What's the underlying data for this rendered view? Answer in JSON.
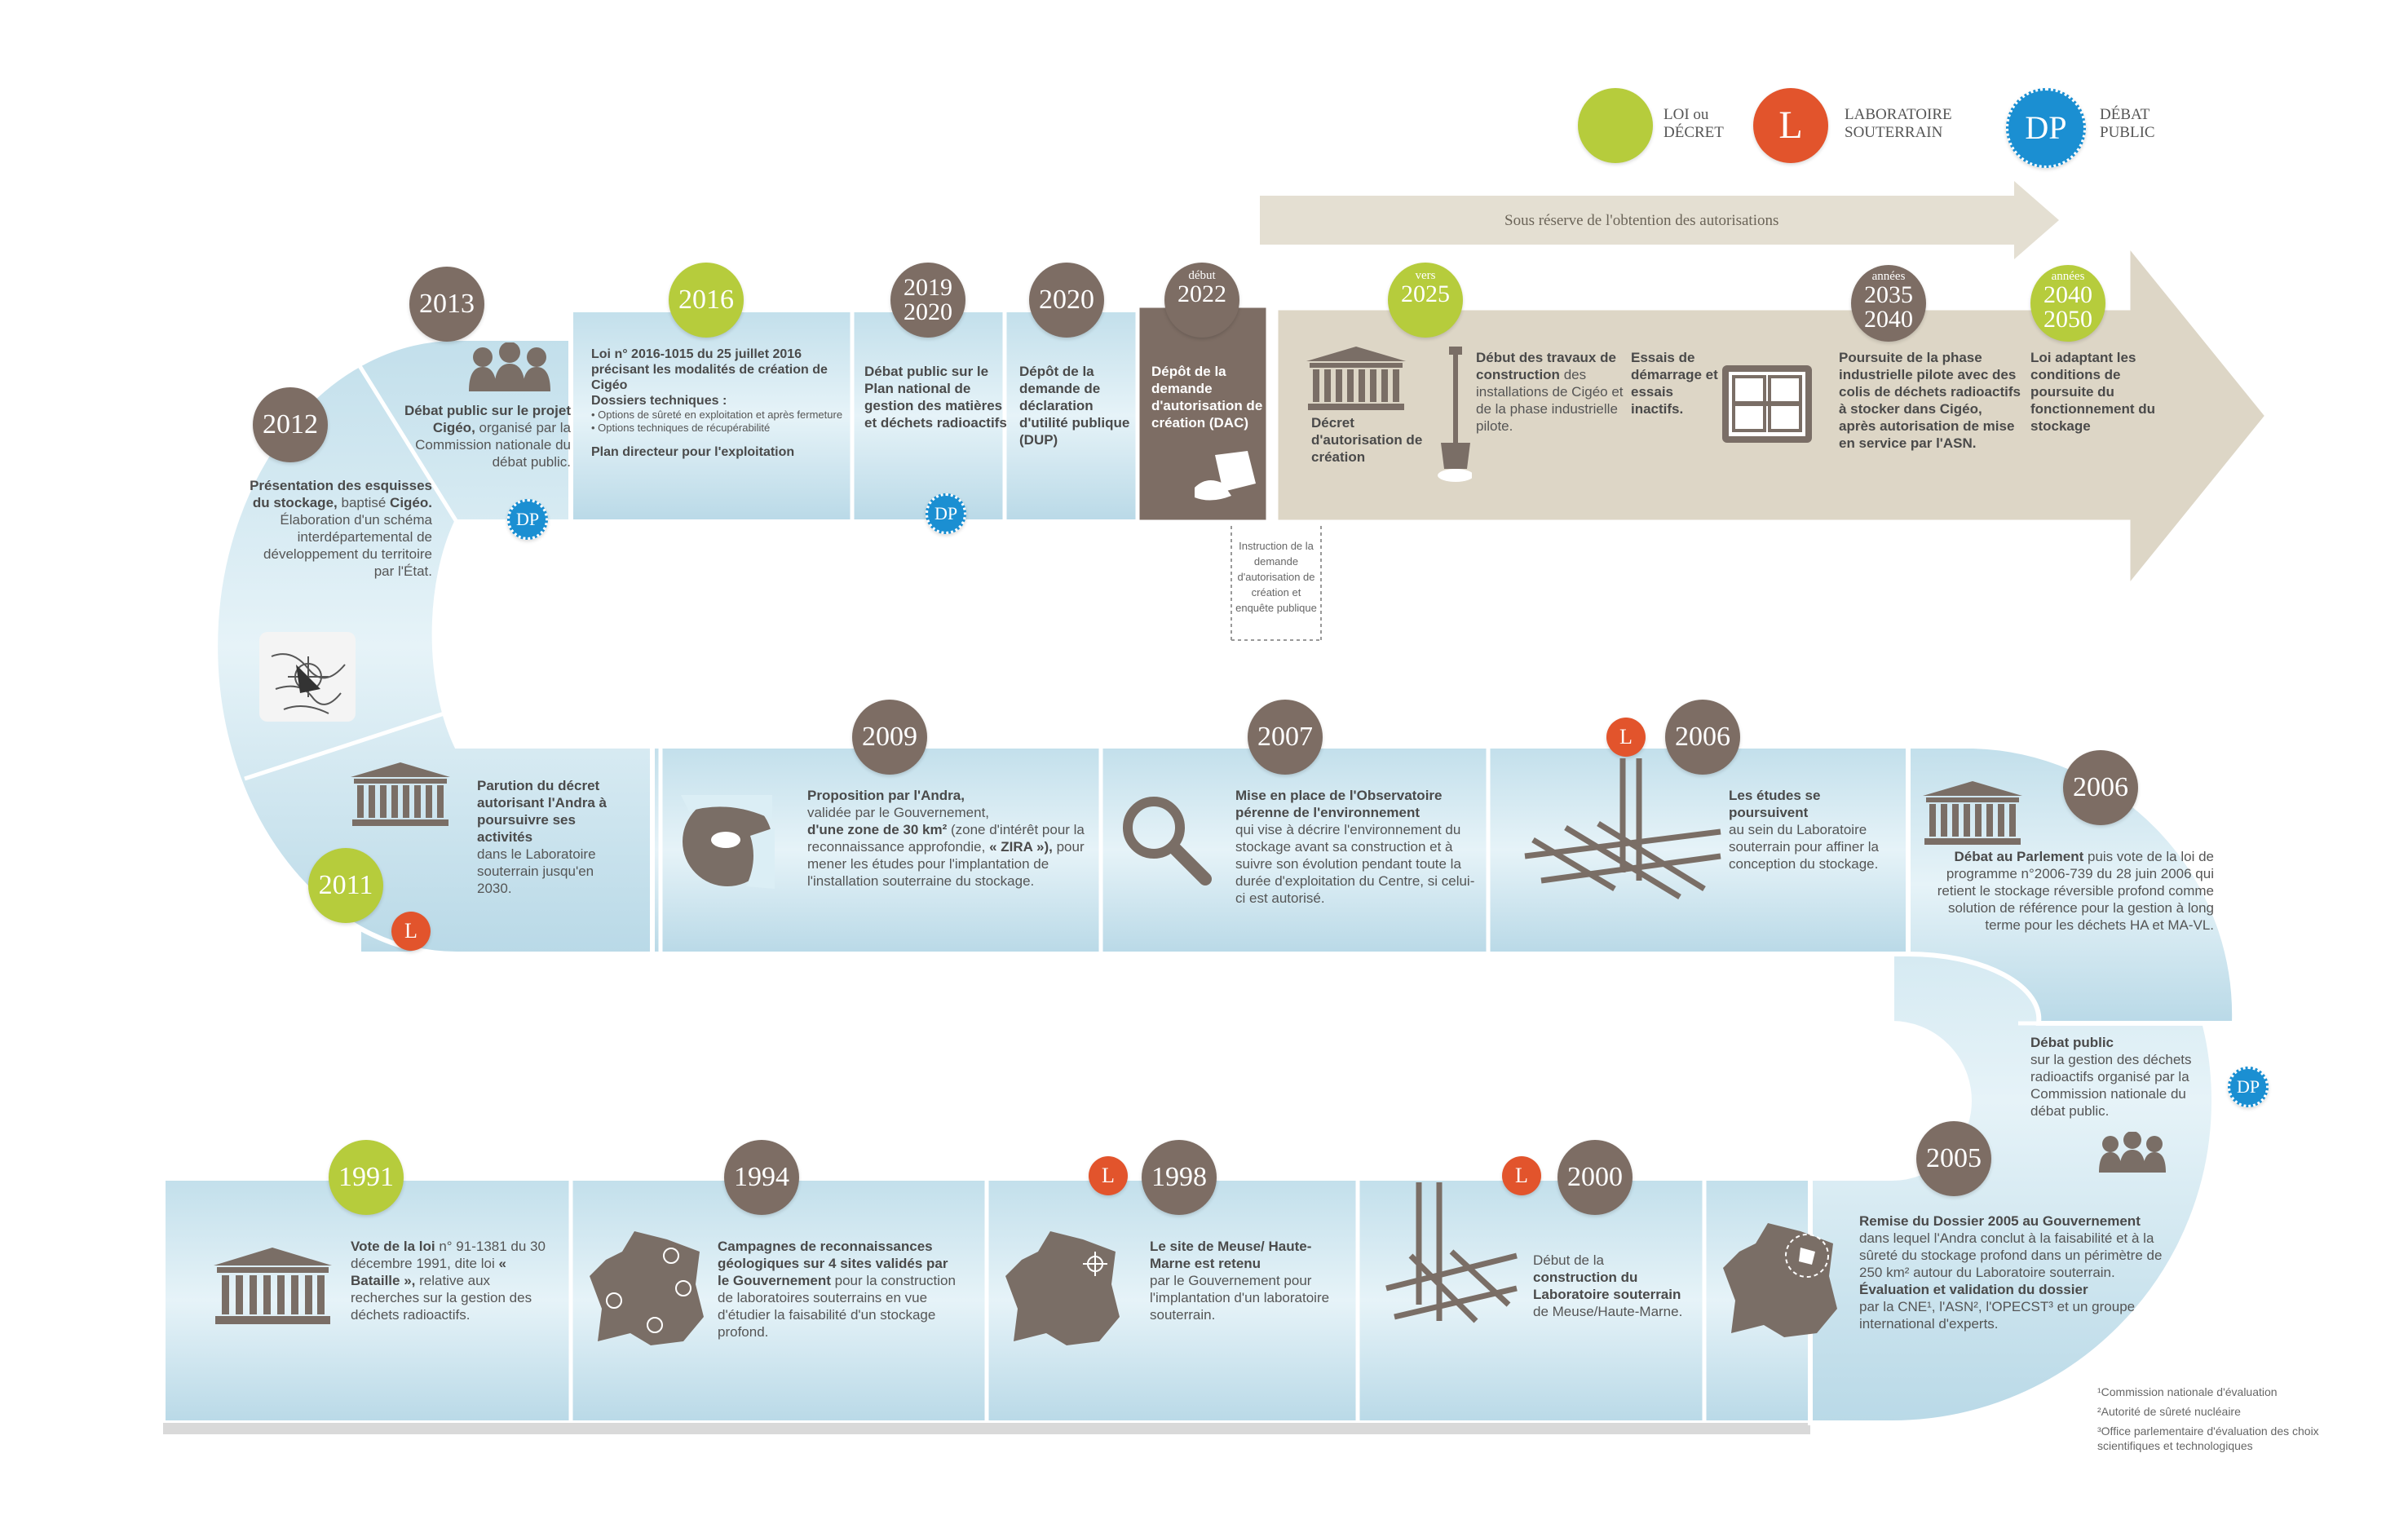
{
  "legend": {
    "loi": "LOI ou DÉCRET",
    "lab": "LABORATOIRE SOUTERRAIN",
    "dp": "DÉBAT PUBLIC",
    "lab_letter": "L",
    "dp_letters": "DP"
  },
  "reserve_banner": "Sous réserve de l'obtention des autorisations",
  "instruction_note": "Instruction de la demande d'autorisation de création et enquête publique",
  "years": {
    "y1991": "1991",
    "y1994": "1994",
    "y1998": "1998",
    "y2000": "2000",
    "y2005": "2005",
    "y2006a": "2006",
    "y2006b": "2006",
    "y2007": "2007",
    "y2009": "2009",
    "y2011": "2011",
    "y2012": "2012",
    "y2013": "2013",
    "y2016": "2016",
    "y2019": "2019",
    "y2020b": "2020",
    "y2020": "2020",
    "debut": "début",
    "y2022": "2022",
    "vers": "vers",
    "y2025": "2025",
    "annees": "années",
    "y2035": "2035",
    "y2040": "2040",
    "annees2": "années",
    "y2040b": "2040",
    "y2050": "2050"
  },
  "texts": {
    "t1991a": "Vote de la loi",
    "t1991b": "n° 91-1381 du 30 décembre 1991, dite loi",
    "t1991c": "« Bataille »,",
    "t1991d": "relative aux recherches sur la gestion des déchets radioactifs.",
    "t1994a": "Campagnes de reconnaissances géologiques sur 4 sites validés par le Gouvernement",
    "t1994b": "pour la construction de laboratoires souterrains en vue d'étudier la faisabilité d'un stockage profond.",
    "t1998a": "Le site de Meuse/ Haute-Marne est retenu",
    "t1998b": "par le Gouvernement pour l'implantation d'un laboratoire souterrain.",
    "t2000a": "Début de la",
    "t2000b": "construction du Laboratoire souterrain",
    "t2000c": "de Meuse/Haute-Marne.",
    "t2005a": "Remise du Dossier 2005 au Gouvernement",
    "t2005b": "dans lequel l'Andra conclut à la faisabilité et à la sûreté du stockage profond dans un périmètre de 250 km² autour du Laboratoire souterrain.",
    "t2005c": "Évaluation et validation du dossier",
    "t2005d": "par la CNE¹, l'ASN², l'OPECST³ et un groupe international d'experts.",
    "tdp2005a": "Débat public",
    "tdp2005b": "sur la gestion des déchets radioactifs organisé par la Commission nationale du débat public.",
    "t2006a": "Débat au Parlement",
    "t2006b": "puis vote de la loi de programme n°2006-739 du 28 juin 2006 qui retient le stockage réversible profond comme solution de référence pour la gestion à long terme pour les déchets HA et MA-VL.",
    "t2006la": "Les études se poursuivent",
    "t2006lb": "au sein du Laboratoire souterrain pour affiner la conception du stockage.",
    "t2007a": "Mise en place de l'Observatoire pérenne de l'environnement",
    "t2007b": "qui vise à décrire l'environnement du stockage avant sa construction et à suivre son évolution pendant toute la durée d'exploitation du Centre, si celui-ci est autorisé.",
    "t2009a": "Proposition par l'Andra,",
    "t2009b": "validée par le Gouvernement,",
    "t2009c": "d'une zone de 30 km²",
    "t2009d": "(zone d'intérêt pour la reconnaissance approfondie,",
    "t2009e": "« ZIRA »),",
    "t2009f": "pour mener les études pour l'implantation de l'installation souterraine du stockage.",
    "t2011a": "Parution du décret autorisant l'Andra à poursuivre ses activités",
    "t2011b": "dans le Laboratoire souterrain jusqu'en 2030.",
    "t2012a": "Présentation des esquisses du stockage,",
    "t2012b": "baptisé",
    "t2012c": "Cigéo.",
    "t2012d": "Élaboration d'un schéma interdépartemental de développement du territoire par l'État.",
    "t2013a": "Débat public sur le projet Cigéo,",
    "t2013b": "organisé par la Commission nationale du débat public.",
    "t2016a": "Loi n° 2016-1015 du 25 juillet 2016 précisant les modalités de création de Cigéo",
    "t2016b": "Dossiers techniques :",
    "t2016c": "• Options de sûreté en exploitation et après fermeture",
    "t2016d": "• Options techniques de récupérabilité",
    "t2016e": "Plan directeur pour l'exploitation",
    "t2019": "Débat public sur le Plan national de gestion des matières et déchets radioactifs",
    "t2020": "Dépôt de la demande de déclaration d'utilité publique (DUP)",
    "t2022": "Dépôt de la demande d'autorisation de création (DAC)",
    "t2025a": "Décret d'autorisation de création",
    "t2025b": "Début des travaux de construction",
    "t2025c": "des installations de Cigéo et de la phase industrielle pilote.",
    "t2025d": "Essais de démarrage et essais inactifs.",
    "t2035": "Poursuite de la phase industrielle pilote avec des colis de déchets radioactifs à stocker dans Cigéo, après autorisation de mise en service par l'ASN.",
    "t2040": "Loi adaptant les conditions de poursuite du fonctionnement du stockage"
  },
  "footnotes": {
    "f1": "¹Commission nationale d'évaluation",
    "f2": "²Autorité de sûreté nucléaire",
    "f3": "³Office parlementaire d'évaluation des choix scientifiques et technologiques"
  },
  "colors": {
    "loi": "#b6cc3c",
    "lab": "#e2542c",
    "dp": "#1b8fd2",
    "year_brown": "#7d6d64",
    "track_blue": "#cfe6f0",
    "future_beige": "#ddd6c6"
  }
}
